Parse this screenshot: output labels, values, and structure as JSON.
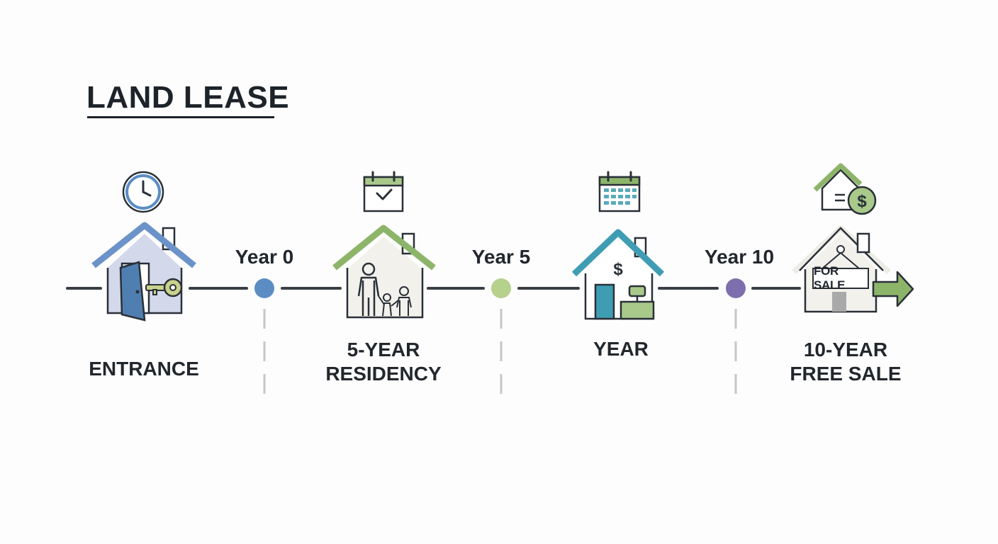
{
  "title": "LAND LEASE",
  "milestones": [
    {
      "label": "Year 0",
      "color": "#5b8dc4"
    },
    {
      "label": "Year 5",
      "color": "#b5d18c"
    },
    {
      "label": "Year 10",
      "color": "#7d6fae"
    }
  ],
  "stages": [
    {
      "label_line1": "ENTRANCE",
      "label_line2": "",
      "icon": "house-with-open-door-and-key",
      "top_icon": "clock-icon"
    },
    {
      "label_line1": "5-YEAR",
      "label_line2": "RESIDENCY",
      "icon": "house-with-family",
      "top_icon": "calendar-check-icon"
    },
    {
      "label_line1": "YEAR",
      "label_line2": "",
      "icon": "house-with-dollar",
      "top_icon": "calendar-grid-icon"
    },
    {
      "label_line1": "10-YEAR",
      "label_line2": "FREE SALE",
      "icon": "house-for-sale",
      "top_icon": "house-dollar-icon",
      "sign_text": "FOR SALE"
    }
  ],
  "colors": {
    "blue": "#6b93c9",
    "green": "#8db56a",
    "teal": "#3f9db3",
    "line": "#3a3f45"
  }
}
